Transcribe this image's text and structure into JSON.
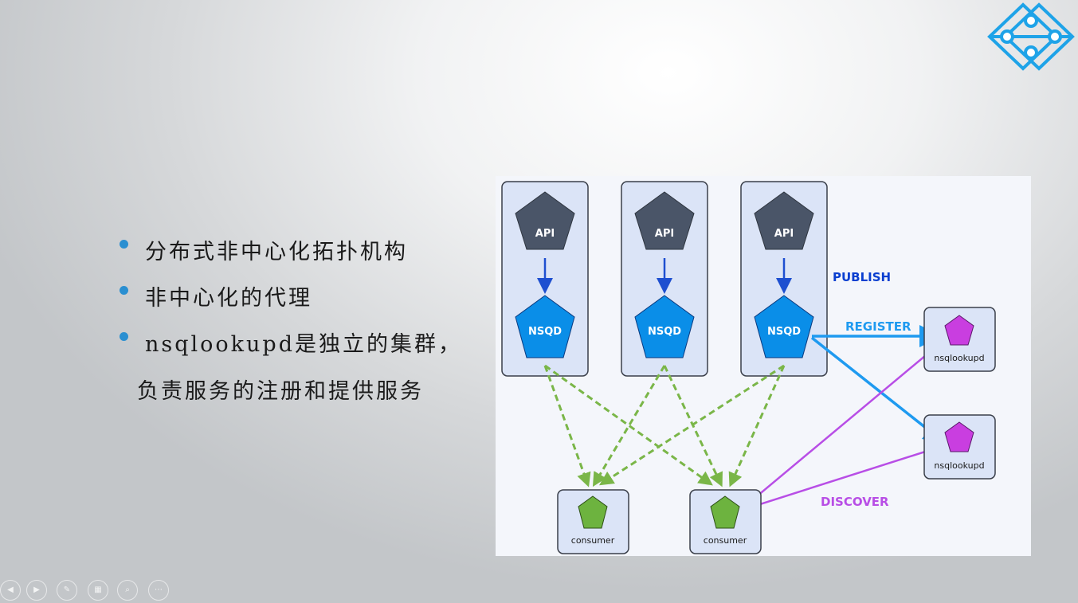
{
  "bullets": [
    {
      "text": "分布式非中心化拓扑机构"
    },
    {
      "text": "非中心化的代理"
    },
    {
      "text": "nsqlookupd是独立的集群，",
      "continuation": "负责服务的注册和提供服务"
    }
  ],
  "diagram": {
    "producers": [
      {
        "api_label": "API",
        "nsqd_label": "NSQD"
      },
      {
        "api_label": "API",
        "nsqd_label": "NSQD"
      },
      {
        "api_label": "API",
        "nsqd_label": "NSQD"
      }
    ],
    "consumers": [
      {
        "label": "consumer"
      },
      {
        "label": "consumer"
      }
    ],
    "lookups": [
      {
        "label": "nsqlookupd"
      },
      {
        "label": "nsqlookupd"
      }
    ],
    "edge_labels": {
      "publish": "PUBLISH",
      "register": "REGISTER",
      "discover": "DISCOVER"
    },
    "colors": {
      "api": "#4a5568",
      "nsqd": "#0a8ee8",
      "consumer": "#6db33f",
      "lookup": "#c93ee0",
      "publish_text": "#0a3fd0",
      "register": "#1e9af0",
      "discover": "#b84ee6",
      "consume_edge": "#7ab648",
      "box_fill": "#dbe4f7"
    }
  },
  "icons": {
    "logo": "network-diamond-logo"
  },
  "nav_controls": [
    {
      "icon": "prev-icon",
      "glyph": "◀"
    },
    {
      "icon": "next-icon",
      "glyph": "▶"
    },
    {
      "icon": "pen-icon",
      "glyph": "✎"
    },
    {
      "icon": "slides-icon",
      "glyph": "▦"
    },
    {
      "icon": "zoom-icon",
      "glyph": "⌕"
    },
    {
      "icon": "more-icon",
      "glyph": "⋯"
    }
  ]
}
